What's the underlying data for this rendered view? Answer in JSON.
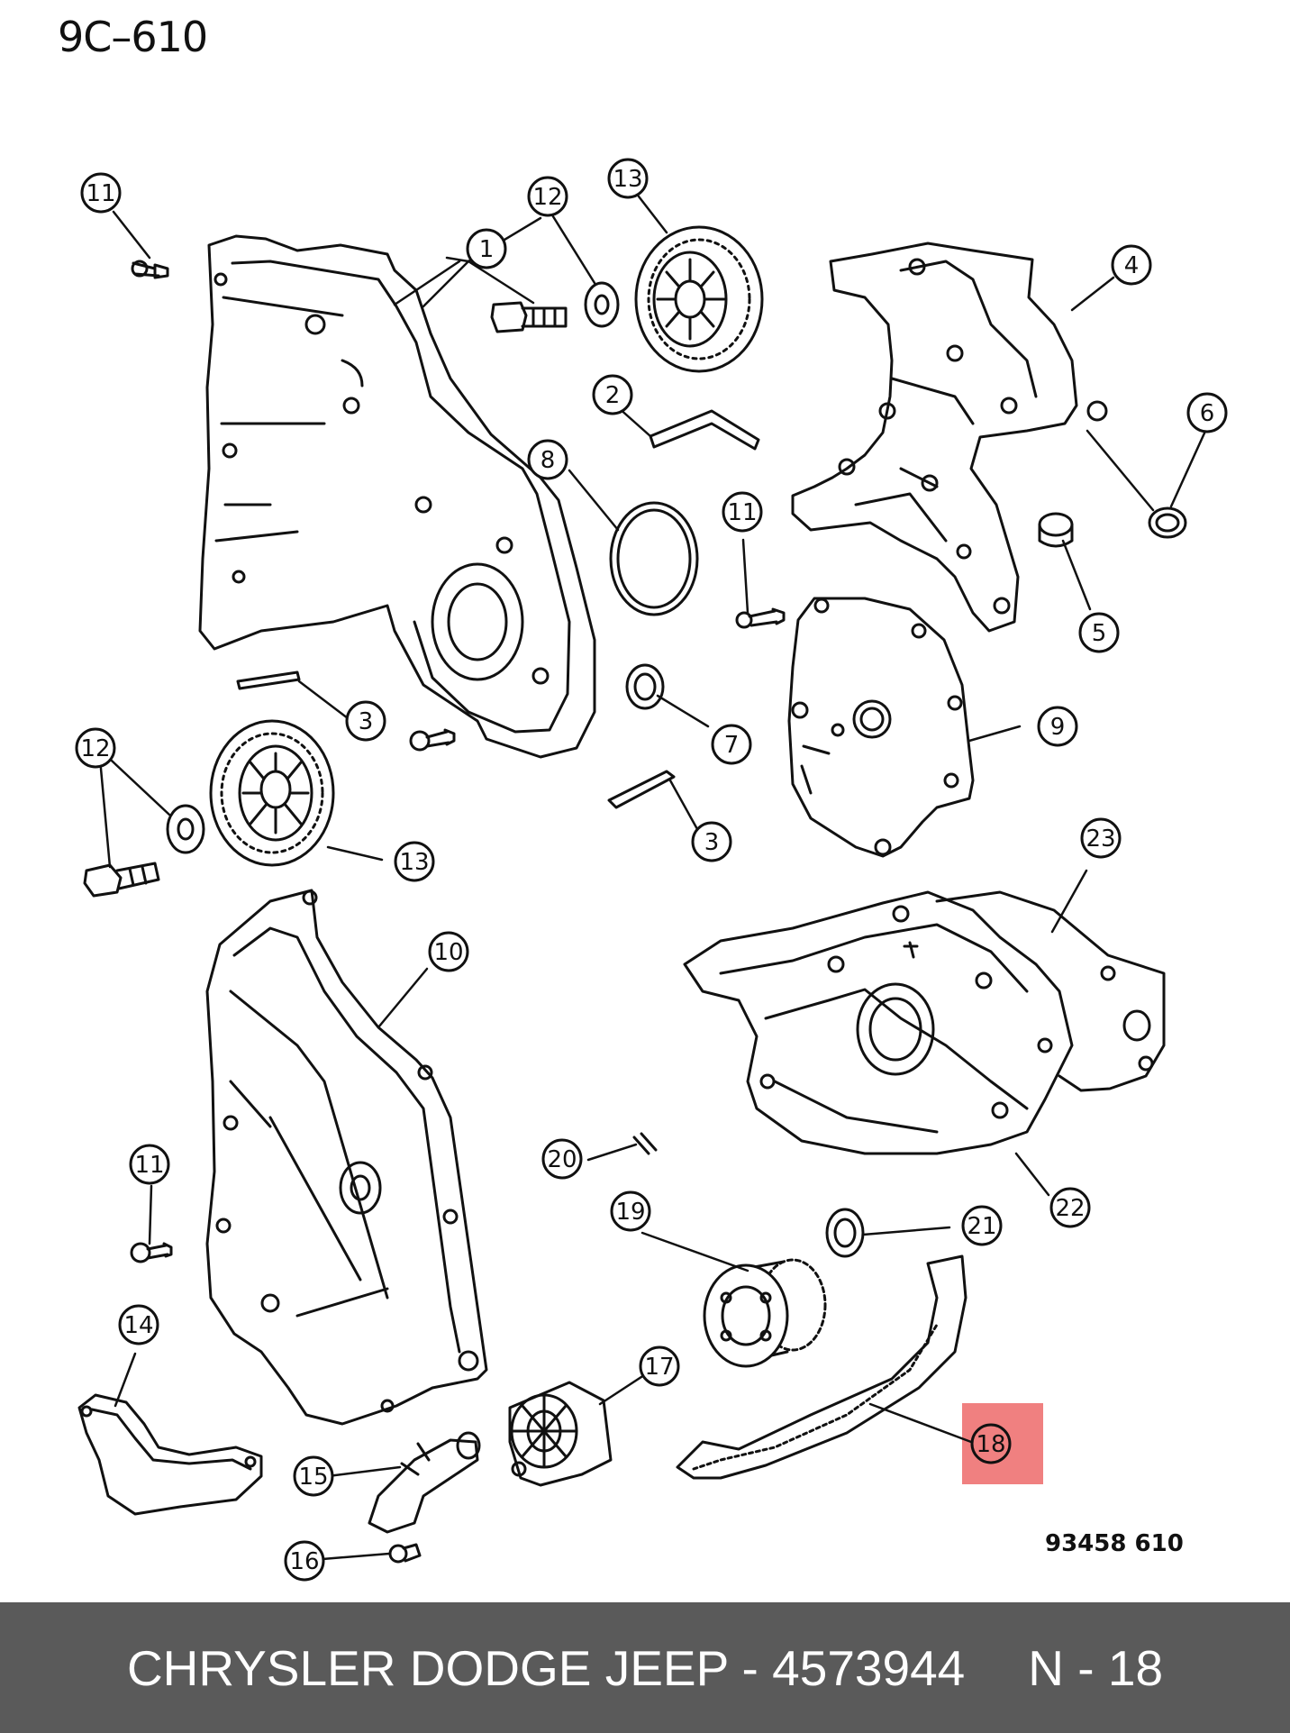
{
  "page_code": "9C–610",
  "figure_number": "93458 610",
  "highlight_color": "#f08080",
  "footer": {
    "brand": "CHRYSLER DODGE JEEP - 4573944",
    "ref": "N - 18"
  },
  "callouts": {
    "c1": "1",
    "c2": "2",
    "c3a": "3",
    "c3b": "3",
    "c4": "4",
    "c5": "5",
    "c6": "6",
    "c7": "7",
    "c8": "8",
    "c9": "9",
    "c10": "10",
    "c11a": "11",
    "c11b": "11",
    "c11c": "11",
    "c12a": "12",
    "c12b": "12",
    "c13a": "13",
    "c13b": "13",
    "c14": "14",
    "c15": "15",
    "c16": "16",
    "c17": "17",
    "c18": "18",
    "c19": "19",
    "c20": "20",
    "c21": "21",
    "c22": "22",
    "c23": "23"
  }
}
